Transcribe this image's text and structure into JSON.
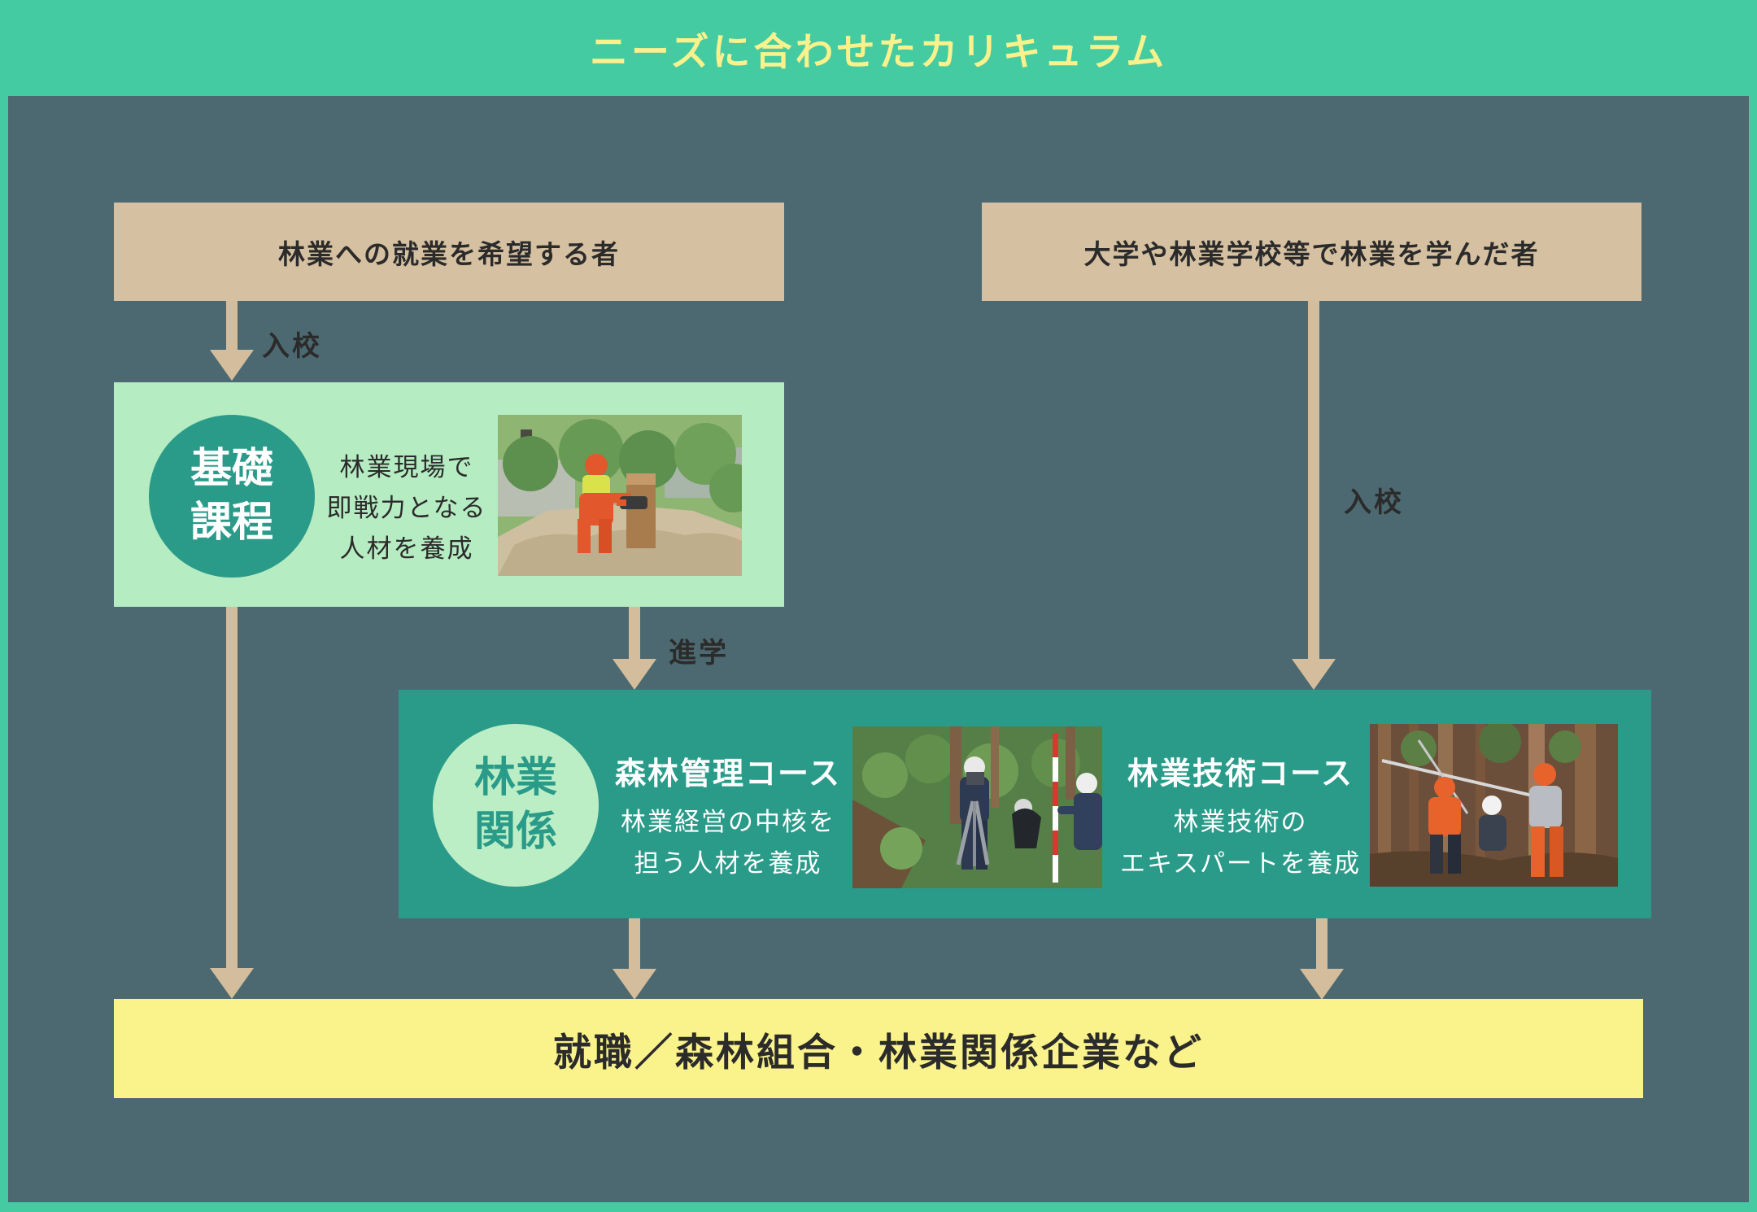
{
  "title": "ニーズに合わせたカリキュラム",
  "palette": {
    "frame_green": "#44cba2",
    "title_yellow": "#f9f18c",
    "background_slate": "#4c6971",
    "tan_box": "#d5c1a1",
    "arrow_tan": "#d3bd9c",
    "light_green_box": "#b5ecc1",
    "teal_box": "#2a9b89",
    "badge_light_green": "#bceec6",
    "outcome_yellow": "#faf28b",
    "text_dark": "#2b2b2b",
    "text_white": "#ffffff"
  },
  "sources": {
    "left_label": "林業への就業を希望する者",
    "right_label": "大学や林業学校等で林業を学んだ者"
  },
  "arrow_labels": {
    "enter_left": "入校",
    "enter_right": "入校",
    "advance": "進学"
  },
  "basic_course": {
    "badge_line1": "基礎",
    "badge_line2": "課程",
    "desc_line1": "林業現場で",
    "desc_line2": "即戦力となる",
    "desc_line3": "人材を養成",
    "photo_alt": "チェーンソーで丸太を切る実習の写真"
  },
  "forestry_stage": {
    "badge_line1": "林業",
    "badge_line2": "関係",
    "course1": {
      "title": "森林管理コース",
      "desc_line1": "林業経営の中核を",
      "desc_line2": "担う人材を養成",
      "photo_alt": "森林で測量機器を使う実習の写真"
    },
    "course2": {
      "title": "林業技術コース",
      "desc_line1": "林業技術の",
      "desc_line2": "エキスパートを養成",
      "photo_alt": "林内で架線作業を行う実習の写真"
    }
  },
  "outcome": {
    "label": "就職／森林組合・林業関係企業など"
  }
}
